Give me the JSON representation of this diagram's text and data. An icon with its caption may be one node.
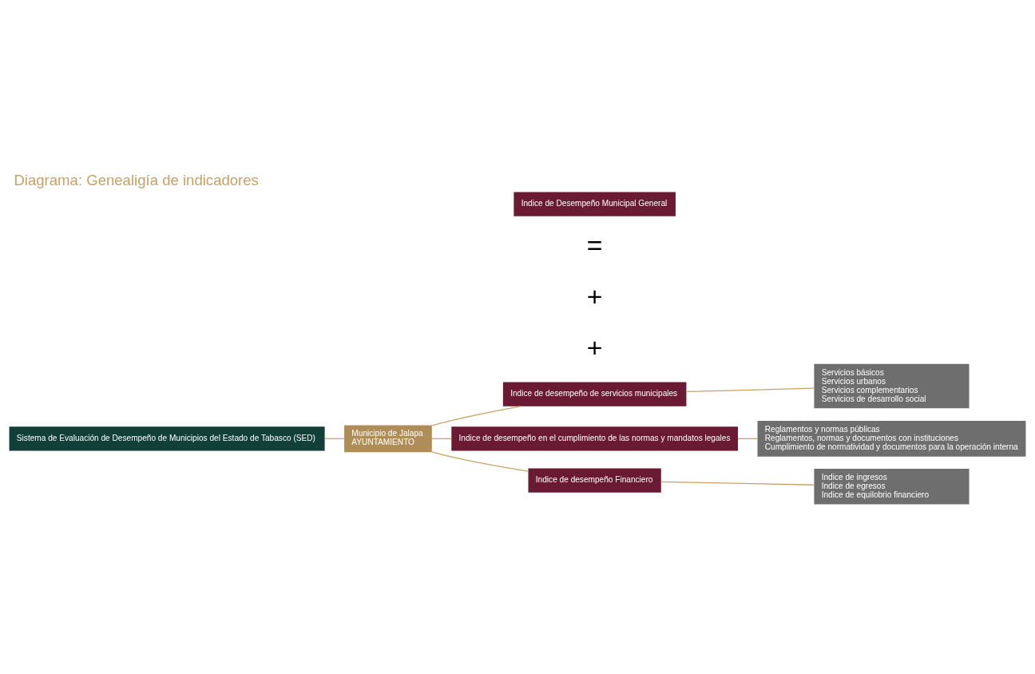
{
  "diagram": {
    "title": "Diagrama: Genealigía de indicadores",
    "nodes": [
      {
        "text": [
          "Sistema de Evaluación de Desempeño de Municipios del Estado de Tabasco (SED)"
        ]
      },
      {
        "text": [
          "Municipio de Jalapa",
          "AYUNTAMIENTO"
        ]
      },
      {
        "text": [
          "Indice de desempeño de servicios municipales"
        ]
      },
      {
        "text": [
          "Servicios básicos",
          "Servicios urbanos",
          "Servicios complementarios",
          "Servicios de desarrollo social"
        ]
      },
      {
        "text": [
          "Indice de desempeño en el cumplimiento de las normas y mandatos legales"
        ]
      },
      {
        "text": [
          "Reglamentos y normas públicas",
          "Reglamentos, normas y documentos con instituciones",
          "Cumplimiento de normatividad y documentos para la operación interna"
        ]
      },
      {
        "text": [
          "Indice de desempeño Financiero"
        ]
      },
      {
        "text": [
          "Indice de ingresos",
          "Indice de egresos",
          "Indice de equilobrio financiero"
        ]
      },
      {
        "text": [
          "Indice de Desempeño Municipal General"
        ]
      }
    ],
    "edges": [
      {
        "from": 0,
        "to": 1,
        "arrow": "none"
      },
      {
        "from": 1,
        "to": 2,
        "arrow": "none"
      },
      {
        "from": 1,
        "to": 4,
        "arrow": "none"
      },
      {
        "from": 1,
        "to": 6,
        "arrow": "none"
      },
      {
        "from": 2,
        "to": 3,
        "arrow": "none"
      },
      {
        "from": 4,
        "to": 5,
        "arrow": "none"
      },
      {
        "from": 6,
        "to": 7,
        "arrow": "none"
      }
    ],
    "labels": [
      "+",
      "+",
      "="
    ]
  }
}
